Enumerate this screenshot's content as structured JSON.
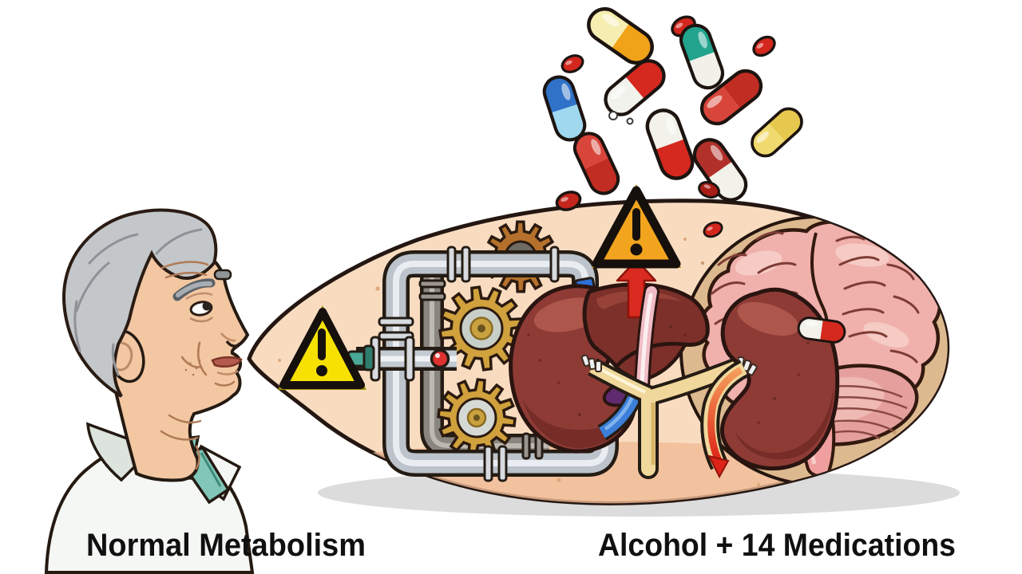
{
  "captions": {
    "left": "Normal Metabolism",
    "right": "Alcohol + 14 Medications"
  },
  "scene": {
    "left_figure": "elderly-man-profile",
    "container": "capsule-shaped-metabolism-diagram",
    "organs_depicted": [
      "liver",
      "kidney",
      "brain",
      "cerebellum",
      "brainstem"
    ],
    "machine_parts": [
      "gears",
      "pipes",
      "valve",
      "teal-connector"
    ],
    "warning_signs": 2,
    "falling_pills_count": 14
  },
  "icon_map": {
    "warning-icon": "triangle-with-exclamation",
    "pill-icon": "two-tone-capsule",
    "mini-pill-icon": "red-oval-tablet",
    "gear-icon": "cog-wheel",
    "arrow-up-icon": "red-up-arrow",
    "arrow-down-icon": "red-curved-down-arrow"
  },
  "palette": {
    "background": "#ffffff",
    "text_color": "#101010",
    "body_fill": "#f9dcc0",
    "body_outline": "#241712",
    "body_inner_shade": "#f0ba95",
    "inner_disc": "#ddb98f",
    "ground_shadow": "#dcdcdc",
    "warning_yellow": "#f6e103",
    "warning_orange": "#f2a41e",
    "warning_border": "#16100c",
    "arrow_red": "#d92b20",
    "pipe_silver": "#bcc3ca",
    "pipe_gray": "#8a857e",
    "gear_gold": "#d0a13c",
    "gear_bronze": "#b5712c",
    "valve_red": "#e03131",
    "connector_teal": "#49a896",
    "connector_blue": "#2f6fd6",
    "organ_red": "#8e3b36",
    "liver_red": "#7c3029",
    "brain_pink": "#f0b0ac",
    "cerebellum_pink": "#e5a09d",
    "tube_yellow": "#f0d79b",
    "tube_blue": "#3c7ed8",
    "duct_pink": "#f0bcc6",
    "pill_red": "#d5281f",
    "pill_teal": "#21a38d",
    "pill_blue": "#2f72c8",
    "pill_lightblue": "#9fd8ef",
    "pill_yellow": "#f0da70",
    "pill_orange": "#f0a219",
    "hair_gray": "#c4c7ca",
    "skin": "#f2c7a2",
    "shirt": "#f5f7f4",
    "tie_teal": "#82c6b8"
  }
}
